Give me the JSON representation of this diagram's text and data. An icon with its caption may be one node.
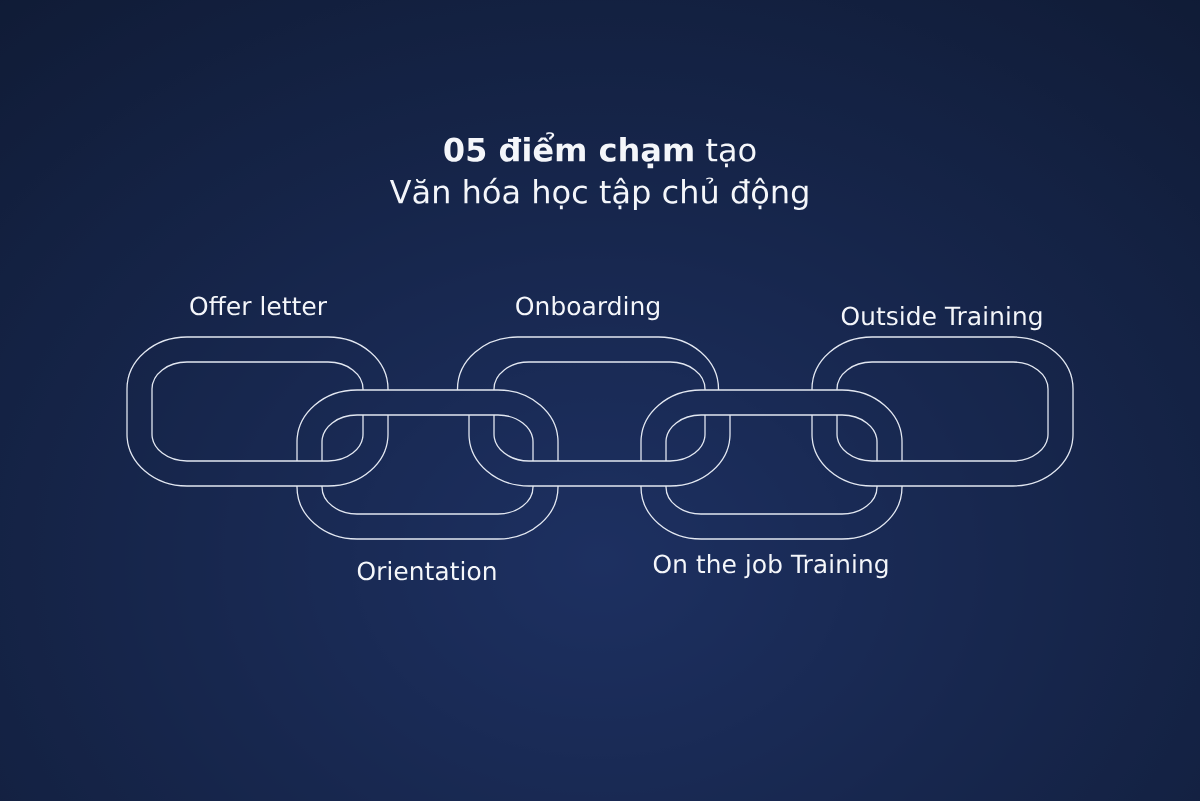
{
  "diagram": {
    "title": "**05 điểm chạm** tạo Văn hóa học tập chủ động",
    "nodes": [
      {
        "text": [
          "Offer letter"
        ]
      },
      {
        "text": [
          "Orientation"
        ]
      },
      {
        "text": [
          "Onboarding"
        ]
      },
      {
        "text": [
          "On the job Training"
        ]
      },
      {
        "text": [
          "Outside Training"
        ]
      }
    ]
  }
}
